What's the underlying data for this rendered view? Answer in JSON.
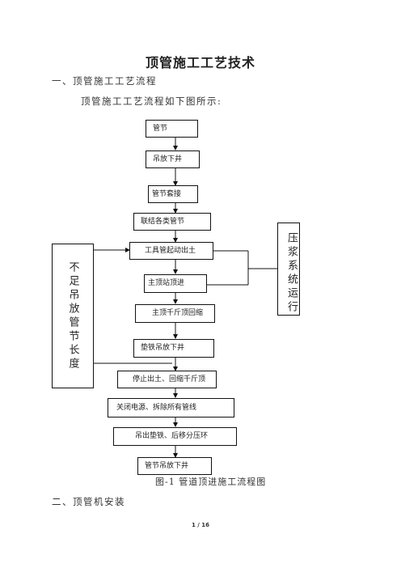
{
  "title": "顶管施工工艺技术",
  "section1_heading": "一、顶管施工工艺流程",
  "section1_intro": "顶管施工工艺流程如下图所示:",
  "flow_steps": [
    "管节",
    "吊放下井",
    "管节套接",
    "联结各类管节",
    "工具管起动出土",
    "主顶站顶进",
    "主顶千斤顶回缩",
    "垫铁吊放下井",
    "停止出土、回缩千斤顶",
    "关闭电源、拆除所有管线",
    "吊出垫铁、后移分压环",
    "管节吊放下井"
  ],
  "side_left": "不足吊放管节长度",
  "side_right": "压浆系统运行",
  "figure_caption": "图-1  管道顶进施工流程图",
  "section2_heading": "二、顶管机安装",
  "page_number": "1 / 16"
}
